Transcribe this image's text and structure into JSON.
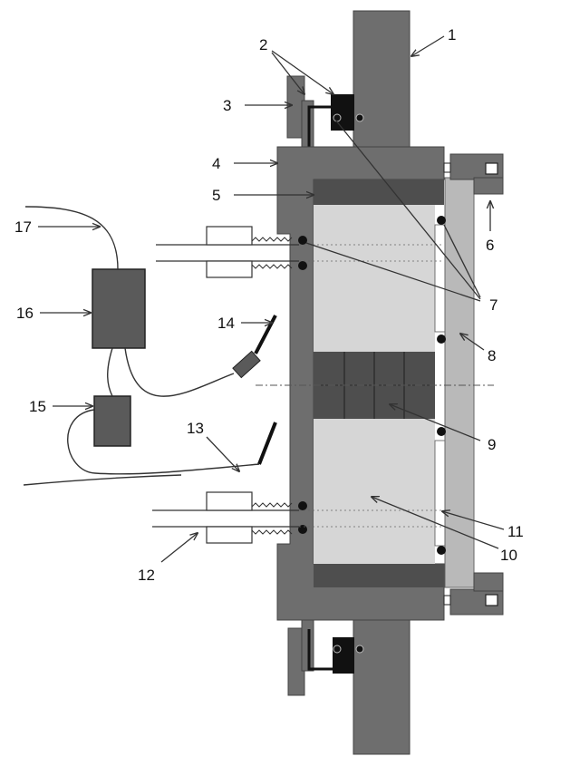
{
  "colors": {
    "dark": "#4e4e4e",
    "body": "#6e6e6e",
    "light": "#d6d6d6",
    "plate": "#b9b9b9",
    "black": "#111111",
    "line": "#333333",
    "background": "#ffffff"
  },
  "labels": {
    "l1": "1",
    "l2": "2",
    "l3": "3",
    "l4": "4",
    "l5": "5",
    "l6": "6",
    "l7": "7",
    "l8": "8",
    "l9": "9",
    "l10": "10",
    "l11": "11",
    "l12": "12",
    "l13": "13",
    "l14": "14",
    "l15": "15",
    "l16": "16",
    "l17": "17"
  }
}
